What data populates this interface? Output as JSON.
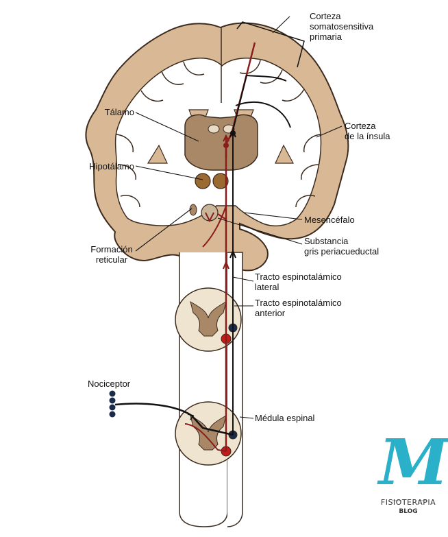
{
  "labels": {
    "corteza_somato": [
      "Corteza",
      "somatosensitiva",
      "primaria"
    ],
    "talamo": "Tálamo",
    "corteza_insula": [
      "Corteza",
      "de la ínsula"
    ],
    "hipotalamo": "Hipotálamo",
    "mesencefalo": "Mesencéfalo",
    "substancia": [
      "Substancia",
      "gris periacueductal"
    ],
    "formacion": [
      "Formación",
      "reticular"
    ],
    "tracto_lateral": [
      "Tracto espinotalámico",
      "lateral"
    ],
    "tracto_anterior": [
      "Tracto espinotalámico",
      "anterior"
    ],
    "nociceptor": "Nociceptor",
    "medula": "Médula espinal"
  },
  "logo": {
    "letter": "M",
    "line1": "FISIOTERAPIA",
    "line2": "BLOG"
  },
  "colors": {
    "cortex_tan": "#d9b995",
    "cortex_outline": "#3b2a1e",
    "thalamus": "#a98867",
    "hypothalamus": "#9a6a32",
    "pathway_red": "#8a1c1c",
    "pathway_black": "#111111",
    "logo_teal": "#2ab0c8"
  }
}
